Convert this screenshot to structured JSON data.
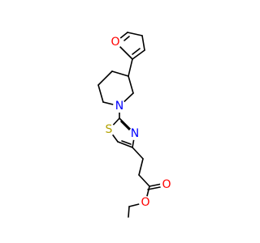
{
  "colors": {
    "bond": "#000000",
    "oxygen": "#ff0000",
    "nitrogen": "#0000ff",
    "sulfur": "#b2a100",
    "background": "#ffffff"
  },
  "atoms": {
    "furan_oxygen": "O",
    "piperidine_nitrogen": "N",
    "thiazole_sulfur": "S",
    "thiazole_nitrogen": "N",
    "carbonyl_oxygen": "O",
    "ester_oxygen": "O"
  }
}
